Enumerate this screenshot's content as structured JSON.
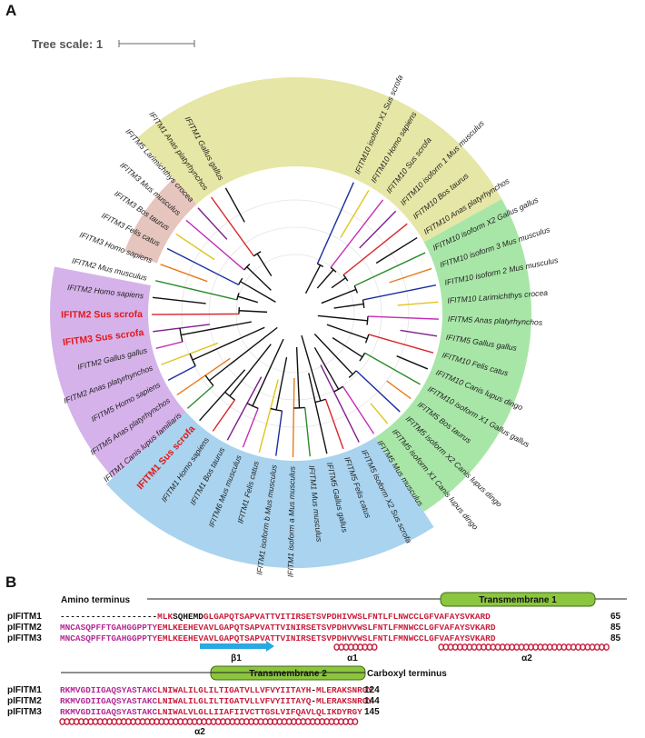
{
  "panels": {
    "a": "A",
    "b": "B"
  },
  "tree_scale_label": "Tree scale: 1",
  "clades": [
    {
      "name": "yellow",
      "color": "#e6e6a6"
    },
    {
      "name": "pink",
      "color": "#e5c5bd"
    },
    {
      "name": "green",
      "color": "#a8e6a8"
    },
    {
      "name": "blue",
      "color": "#a9d3ee"
    },
    {
      "name": "purple",
      "color": "#d6b2ea"
    }
  ],
  "leaves": [
    "IFITM10 isoform X1 Sus scrofa",
    "IFITM10 Homo sapiens",
    "IFITM10 Sus scrofa",
    "IFITM10 isoform 1 Mus musculus",
    "IFITM10 Bos taurus",
    "IFITM10 Anas platyrhynchos",
    "IFITM10 isoform X2 Gallus gallus",
    "IFITM10 isoform 3 Mus musculus",
    "IFITM10 isoform 2 Mus musculus",
    "IFITM10 Larimichthys crocea",
    "IFITM5 Anas platyrhynchos",
    "IFITM5 Gallus gallus",
    "IFITM10 Felis catus",
    "IFITM10 Canis lupus dingo",
    "IFITM10 isoform X1 Gallus gallus",
    "IFITM5 Bos taurus",
    "IFITM5 isoform X2 Canis lupus dingo",
    "IFITM5 isoform X1 Canis lupus dingo",
    "IFITM5 Mus musculus",
    "IFITM5 isoform X2 Sus scrofa",
    "IFITM5 Felis catus",
    "IFITM5 Gallus gallus",
    "IFITM1 Mus musculus",
    "IFITM1 isoform a Mus musculus",
    "IFITM1 isoform b Mus musculus",
    "IFITM1 Felis catus",
    "IFITM6 Mus musculus",
    "IFITM1 Bos taurus",
    "IFITM1 Homo sapiens",
    "IFITM1 Sus scrofa",
    "IFITM1 Canis lupus familiaris",
    "IFITM5 Anas platyrhynchos",
    "IFITM5 Homo sapiens",
    "IFITM2 Anas platyrhynchos",
    "IFITM2 Gallus gallus",
    "IFITM3 Sus scrofa",
    "IFITM2 Sus scrofa",
    "IFITM2 Homo sapiens",
    "IFITM2 Mus musculus",
    "IFITM3 Homo sapiens",
    "IFITM3 Felis catus",
    "IFITM3 Bos taurus",
    "IFITM3 Mus musculus",
    "IFITM5 Larimichthys crocea",
    "IFITM1 Anas platyrhynchos",
    "IFITM1 Gallus gallus"
  ],
  "highlighted_leaves": [
    "IFITM1 Sus scrofa",
    "IFITM3 Sus scrofa",
    "IFITM2 Sus scrofa"
  ],
  "alignment": {
    "amino_terminus": "Amino terminus",
    "carboxyl_terminus": "Carboxyl terminus",
    "tm1": "Transmembrane 1",
    "tm2": "Transmembrane 2",
    "beta1": "β1",
    "alpha1": "α1",
    "alpha2": "α2",
    "block1": [
      {
        "name": "pIFITM1",
        "seq": "-------------------MLKSQHEMDGLGAPQTSAPVATTVITIRSETSVPDHIVWSLFNTLFLNWCCLGFVAFAYSVKARD",
        "num": "65"
      },
      {
        "name": "pIFITM2",
        "seq": "MNCASQPFFTGAHGGPPTYEMLKEEHEVAVLGAPQTSAPVATTVINIRSETSVPDHVVWSLFNTLFMNWCCLGFVAFAYSVKARD",
        "num": "85"
      },
      {
        "name": "pIFITM3",
        "seq": "MNCASQPFFTGAHGGPPTYEMLKEEHEVAVLGAPQTSAPVATTVINIRSETSVPDHVVWSLFNTLFMNWCCLGFVAFAYSVKARD",
        "num": "85"
      }
    ],
    "block2": [
      {
        "name": "pIFITM1",
        "seq": "RKMVGDIIGAQSYASTAKCLNIWALILGLILTIGATVLLVFVYIITAYH-MLERAKSNRGY",
        "num": "124"
      },
      {
        "name": "pIFITM2",
        "seq": "RKMVGDIIGAQSYASTAKCLNIWALILGLILTIGATVLLVFVYIITAYQ-MLERAKSNRGY",
        "num": "144"
      },
      {
        "name": "pIFITM3",
        "seq": "RKMVGDIIGAQSYASTAKCLNIWALVLGLLIIAFIIVCTTGSLVIFQAVLQLIKDYRGY",
        "num": "145"
      }
    ]
  }
}
